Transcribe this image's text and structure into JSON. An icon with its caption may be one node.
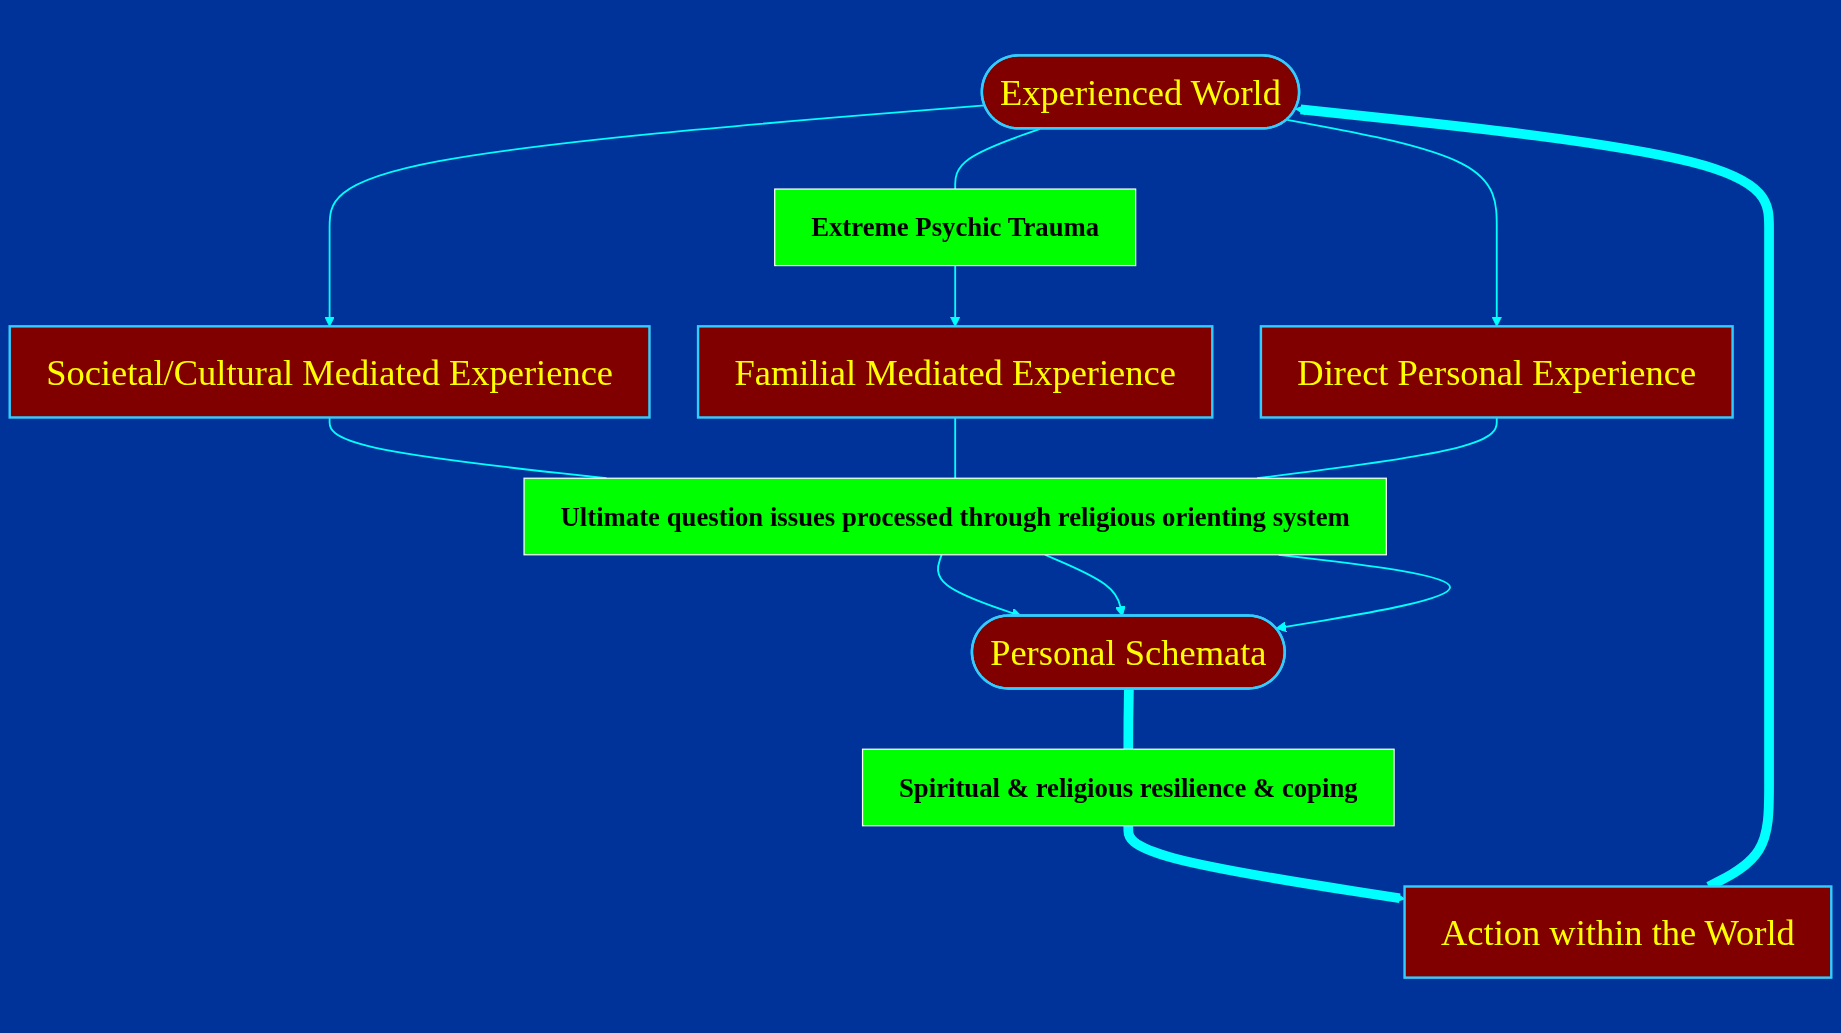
{
  "diagram": {
    "nodes": [
      {
        "text": [
          "Experienced World"
        ]
      },
      {
        "text": [
          "Extreme Psychic Trauma"
        ]
      },
      {
        "text": [
          "Societal/Cultural Mediated Experience"
        ]
      },
      {
        "text": [
          "Familial Mediated Experience"
        ]
      },
      {
        "text": [
          "Direct Personal Experience"
        ]
      },
      {
        "text": [
          "Action within the World"
        ]
      },
      {
        "text": [
          "Ultimate question issues processed through religious orienting system"
        ]
      },
      {
        "text": [
          "Spiritual & religious resilience & coping"
        ]
      },
      {
        "text": [
          "Personal Schemata"
        ]
      }
    ],
    "edges": [
      {
        "from": 0,
        "to": 2,
        "arrow": "to"
      },
      {
        "from": 0,
        "to": 1,
        "arrow": "none"
      },
      {
        "from": 1,
        "to": 3,
        "arrow": "to"
      },
      {
        "from": 0,
        "to": 4,
        "arrow": "to"
      },
      {
        "from": 2,
        "to": 6,
        "arrow": "none"
      },
      {
        "from": 6,
        "to": 8,
        "arrow": "to"
      },
      {
        "from": 3,
        "to": 6,
        "arrow": "none"
      },
      {
        "from": 6,
        "to": 8,
        "arrow": "to"
      },
      {
        "from": 4,
        "to": 6,
        "arrow": "none"
      },
      {
        "from": 6,
        "to": 8,
        "arrow": "to"
      },
      {
        "from": 8,
        "to": 7,
        "arrow": "none",
        "style": "thick"
      },
      {
        "from": 7,
        "to": 5,
        "arrow": "to",
        "style": "thick"
      },
      {
        "from": 5,
        "to": 0,
        "arrow": "to",
        "style": "thick"
      }
    ]
  }
}
